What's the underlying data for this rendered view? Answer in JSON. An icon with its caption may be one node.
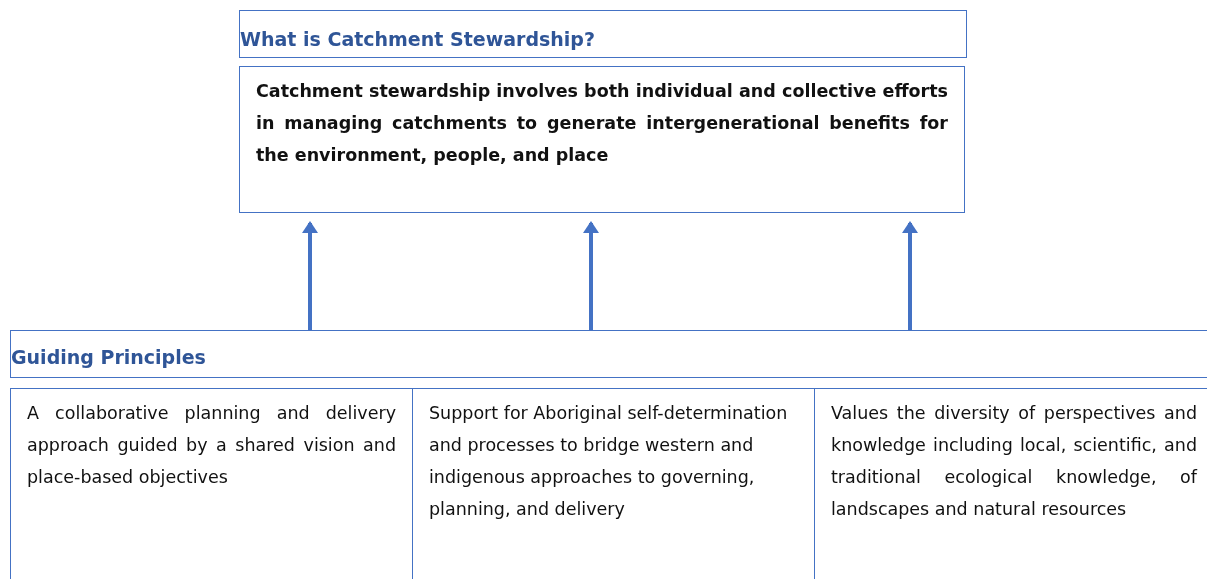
{
  "diagram": {
    "nodes": [
      {
        "text": [
          "What is Catchment Stewardship?"
        ]
      },
      {
        "text": [
          "Catchment stewardship involves both individual and collective efforts in managing catchments to generate intergenerational benefits for the environment, people, and place"
        ]
      },
      {
        "text": [
          "Guiding Principles"
        ]
      },
      {
        "text": [
          "A collaborative planning and delivery approach guided by a shared vision and place-based objectives"
        ]
      },
      {
        "text": [
          "Support for Aboriginal self-determination and processes to bridge western and indigenous approaches to governing, planning, and delivery"
        ]
      },
      {
        "text": [
          "Values the diversity of perspectives and knowledge including local, scientific, and traditional ecological knowledge, of landscapes and natural resources"
        ]
      }
    ],
    "edges": [
      {
        "from": 2,
        "to": 1,
        "arrow": "to"
      },
      {
        "from": 2,
        "to": 1,
        "arrow": "to"
      },
      {
        "from": 2,
        "to": 1,
        "arrow": "to"
      }
    ]
  }
}
